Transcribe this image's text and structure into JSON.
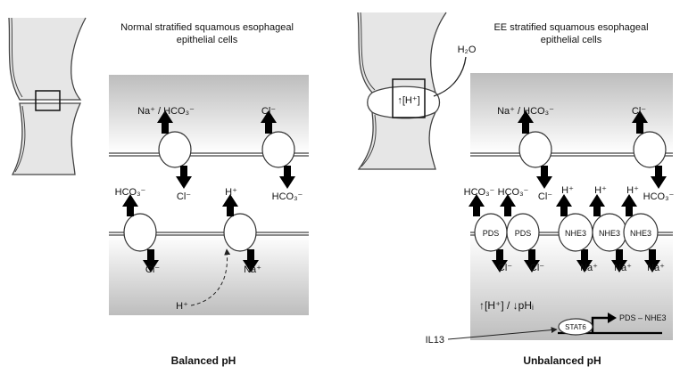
{
  "left": {
    "title_line1": "Normal stratified squamous esophageal",
    "title_line2": "epithelial cells",
    "caption": "Balanced pH",
    "top_flux1": "Na⁺ / HCO₃⁻",
    "top_flux1_out": "Cl⁻",
    "top_flux2": "Cl⁻",
    "top_flux2_out": "HCO₃⁻",
    "bot_flux1": "HCO₃⁻",
    "bot_flux1_out": "Cl⁻",
    "bot_flux2": "H⁺",
    "bot_flux2_out": "Na⁺",
    "proton_label": "H⁺"
  },
  "right": {
    "title_line1": "EE stratified squamous esophageal",
    "title_line2": "epithelial cells",
    "caption": "Unbalanced pH",
    "water_label": "H₂O",
    "junction_label": "↑[H⁺]",
    "top_flux1": "Na⁺ / HCO₃⁻",
    "top_flux1_out": "Cl⁻",
    "top_flux2": "Cl⁻",
    "top_flux2_out": "HCO₃⁻",
    "pds1_label": "PDS",
    "pds2_label": "PDS",
    "nhe1_label": "NHE3",
    "nhe2_label": "NHE3",
    "nhe3_label": "NHE3",
    "pds1_in": "HCO₃⁻",
    "pds2_in": "HCO₃⁻",
    "pds1_out": "Cl⁻",
    "pds2_out": "Cl⁻",
    "nhe1_in": "H⁺",
    "nhe2_in": "H⁺",
    "nhe3_in": "H⁺",
    "nhe1_out": "Na⁺",
    "nhe2_out": "Na⁺",
    "nhe3_out": "Na⁺",
    "ph_status": "↑[H⁺] / ↓pHᵢ",
    "il13_label": "IL13",
    "stat6_label": "STAT6",
    "gene_label": "PDS – NHE3"
  },
  "colors": {
    "gradient_dark": "#bdbdbd",
    "gradient_light": "#ffffff",
    "cell_fill": "#e6e6e6",
    "outline": "#444444"
  }
}
